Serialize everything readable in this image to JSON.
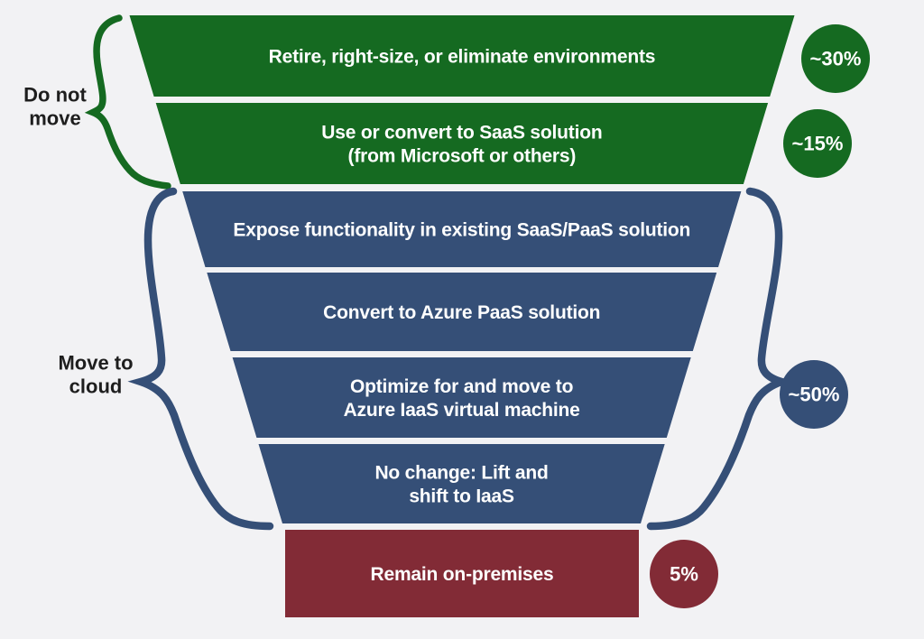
{
  "colors": {
    "background": "#f2f2f4",
    "green": "#156a21",
    "blue": "#354f77",
    "red": "#822b36",
    "segment_text": "#ffffff",
    "side_label_text": "#1e1e1e"
  },
  "funnel": {
    "segments": [
      {
        "id": "retire",
        "color": "green",
        "label_lines": [
          "Retire, right-size, or eliminate environments"
        ]
      },
      {
        "id": "saas",
        "color": "green",
        "label_lines": [
          "Use or convert to SaaS solution",
          "(from Microsoft or others)"
        ]
      },
      {
        "id": "expose",
        "color": "blue",
        "label_lines": [
          "Expose functionality in existing SaaS/PaaS solution"
        ]
      },
      {
        "id": "convert-paas",
        "color": "blue",
        "label_lines": [
          "Convert to Azure PaaS solution"
        ]
      },
      {
        "id": "optimize-iaas",
        "color": "blue",
        "label_lines": [
          "Optimize for and move to",
          "Azure IaaS virtual machine"
        ]
      },
      {
        "id": "lift-shift",
        "color": "blue",
        "label_lines": [
          "No change: Lift and",
          "shift to IaaS"
        ]
      },
      {
        "id": "on-premises",
        "color": "red",
        "label_lines": [
          "Remain on-premises"
        ]
      }
    ],
    "badges": [
      {
        "id": "badge-retire",
        "text": "~30%",
        "color": "green"
      },
      {
        "id": "badge-saas",
        "text": "~15%",
        "color": "green"
      },
      {
        "id": "badge-cloud",
        "text": "~50%",
        "color": "blue"
      },
      {
        "id": "badge-on-prem",
        "text": "5%",
        "color": "red"
      }
    ],
    "side_labels": [
      {
        "id": "do-not-move",
        "label_lines": [
          "Do not",
          "move"
        ],
        "color": "green"
      },
      {
        "id": "move-to-cloud",
        "label_lines": [
          "Move to",
          "cloud"
        ],
        "color": "blue"
      }
    ]
  }
}
